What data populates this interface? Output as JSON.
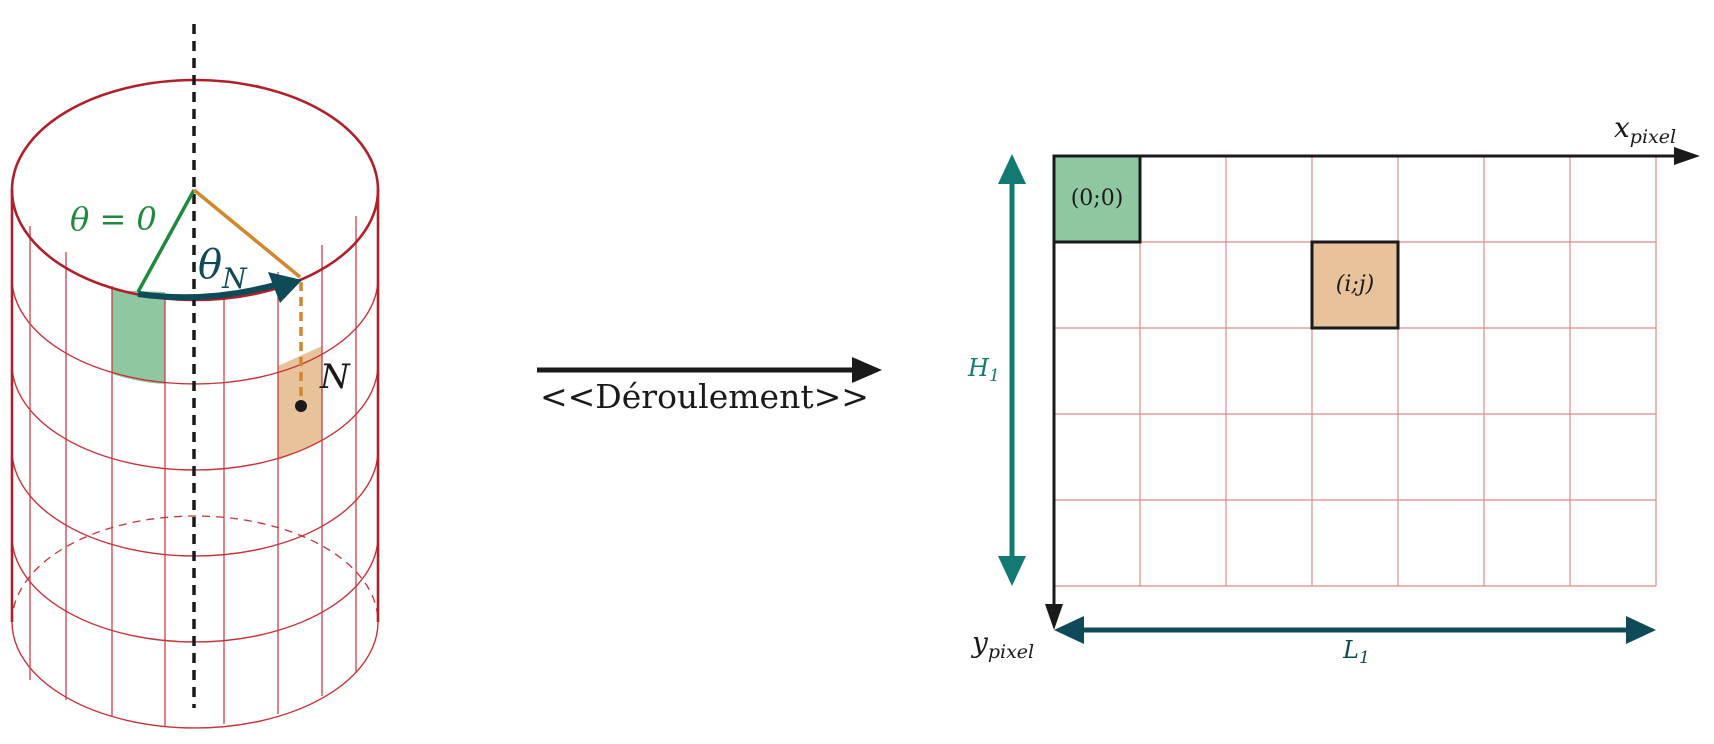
{
  "cylinder": {
    "theta_zero_label": "θ = 0",
    "theta_n_label": "θ",
    "theta_n_subscript": "N",
    "point_label": "N"
  },
  "transform": {
    "label": "<<Déroulement>>"
  },
  "grid": {
    "columns": 7,
    "rows": 5,
    "origin_cell_label": "(0;0)",
    "target_cell_label": "(i;j)",
    "target_cell_col": 3,
    "target_cell_row": 1,
    "x_axis_label": "x",
    "x_axis_subscript": "pixel",
    "y_axis_label": "y",
    "y_axis_subscript": "pixel",
    "height_label": "H",
    "height_subscript": "1",
    "width_label": "L",
    "width_subscript": "1"
  },
  "colors": {
    "cylinder_line": "#b0202a",
    "grid_line": "#e08a8a",
    "green_fill": "#8fc8a0",
    "orange_fill": "#e8c29a",
    "green_line": "#1f8a3e",
    "orange_line": "#d4862a",
    "teal": "#127a72",
    "dark_teal": "#0e4a58",
    "black": "#1a1a1a"
  }
}
